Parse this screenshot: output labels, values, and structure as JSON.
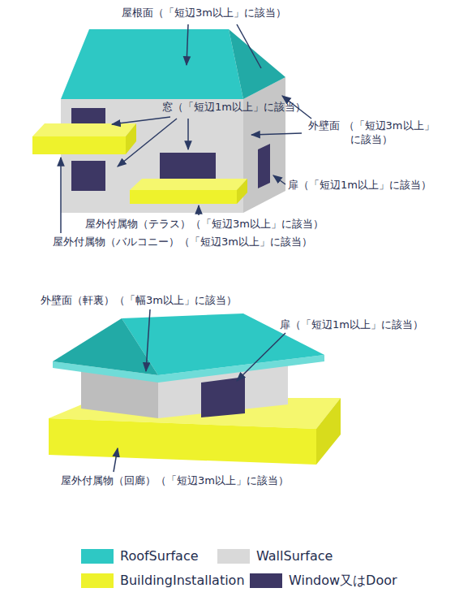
{
  "diagram": {
    "labels": [
      "屋根面（「短辺3m以上」に該当）",
      "窓（「短辺1m以上」に該当）",
      "外壁面 （「短辺3m以上」に該当）",
      "扉（「短辺1m以上」に該当）",
      "屋外付属物（テラス）（「短辺3m以上」に該当）",
      "屋外付属物（バルコニー）（「短辺3m以上」に該当）",
      "外壁面（軒裏）（「幅3m以上」に該当）",
      "扉（「短辺1m以上」に該当）",
      "屋外付属物（回廊）（「短辺3m以上」に該当）"
    ],
    "legend": [
      {
        "text": "RoofSurface",
        "color": "#2ec8c4"
      },
      {
        "text": "WallSurface",
        "color": "#d9d9d9"
      },
      {
        "text": "BuildingInstallation",
        "color": "#eef22c"
      },
      {
        "text": "Window又はDoor",
        "color": "#3d3764"
      }
    ]
  }
}
